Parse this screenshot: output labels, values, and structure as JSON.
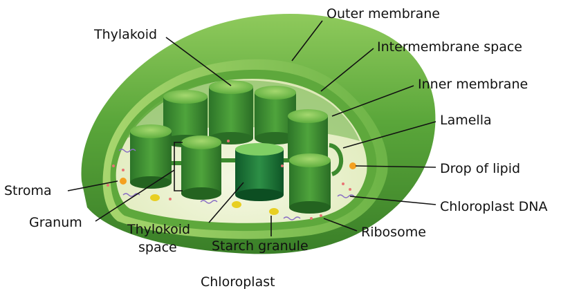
{
  "diagram": {
    "caption": "Chloroplast",
    "labels": {
      "outer_membrane": "Outer membrane",
      "intermembrane_space": "Intermembrane space",
      "inner_membrane": "Inner membrane",
      "lamella": "Lamella",
      "drop_of_lipid": "Drop of lipid",
      "chloroplast_dna": "Chloroplast DNA",
      "ribosome": "Ribosome",
      "starch_granule": "Starch granule",
      "thylokoid_space_line1": "Thylokoid",
      "thylokoid_space_line2": "space",
      "granum": "Granum",
      "stroma": "Stroma",
      "thylakoid": "Thylakoid"
    }
  },
  "colors": {
    "outer_dark": "#3f8a2c",
    "outer_light": "#7cc04e",
    "stroma": "#eef4d4",
    "granum_dark": "#2f7d2a",
    "granum_light": "#6ebc4a",
    "lipid": "#f4a020",
    "starch": "#e8cf22",
    "ribosome": "#e87474",
    "dna": "#8a6fc4"
  }
}
